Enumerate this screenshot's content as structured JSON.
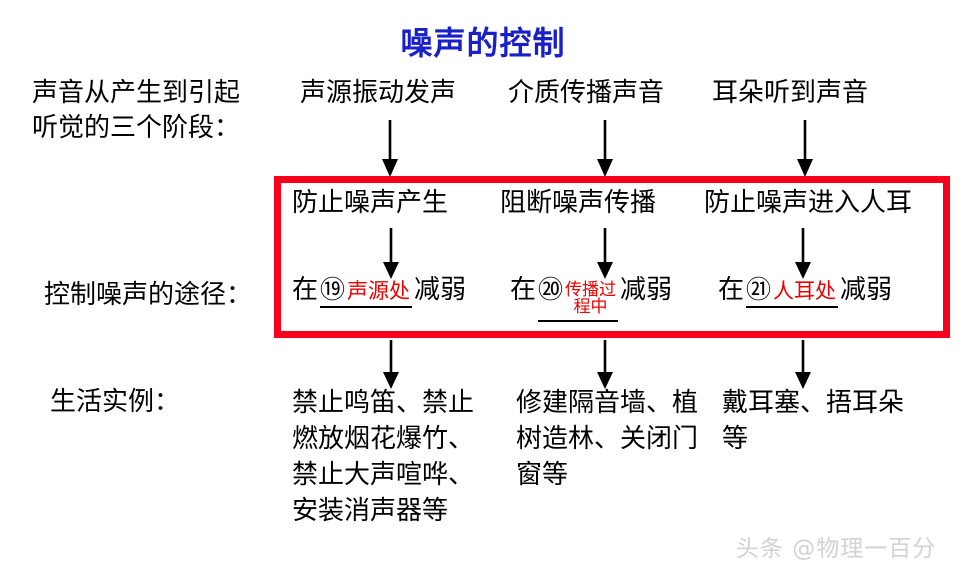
{
  "title": "噪声的控制",
  "title_color": "#1a20c8",
  "box_color": "#f8001c",
  "answer_color": "#ee0000",
  "rows": {
    "stages": {
      "label": "声音从产生到引起\n听觉的三个阶段：",
      "items": [
        "声源振动发声",
        "介质传播声音",
        "耳朵听到声音"
      ]
    },
    "methods": {
      "items": [
        "防止噪声产生",
        "阻断噪声传播",
        "防止噪声进入人耳"
      ]
    },
    "ways": {
      "label": "控制噪声的途径：",
      "items": [
        {
          "pre": "在",
          "num": "⑲",
          "answer": "声源处",
          "post": "减弱"
        },
        {
          "pre": "在",
          "num": "⑳",
          "answer": "传播过\n程中",
          "post": "减弱"
        },
        {
          "pre": "在",
          "num": "㉑",
          "answer": "人耳处",
          "post": "减弱"
        }
      ]
    },
    "examples": {
      "label": "生活实例：",
      "items": [
        "禁止鸣笛、禁止燃放烟花爆竹、禁止大声喧哗、安装消声器等",
        "修建隔音墙、植树造林、关闭门窗等",
        "戴耳塞、捂耳朵等"
      ]
    }
  },
  "watermark": "头条 @物理一百分"
}
